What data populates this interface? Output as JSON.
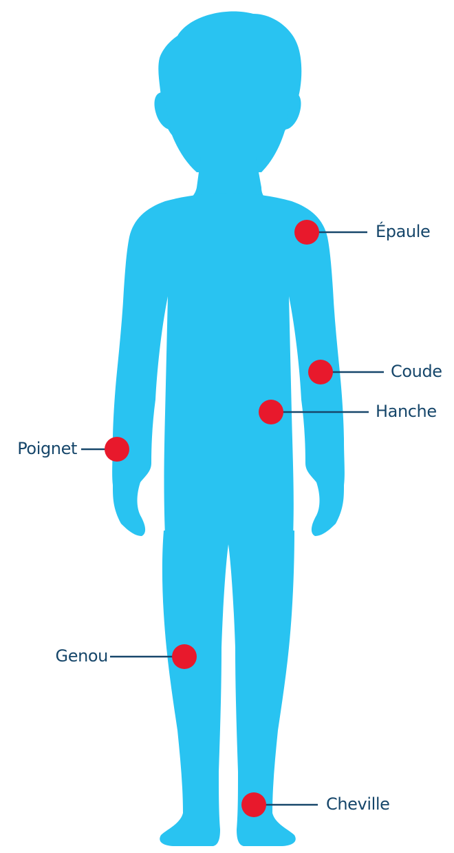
{
  "colors": {
    "body": "#29c3f1",
    "marker": "#e8192c",
    "line": "#16466a",
    "text": "#16466a",
    "background": "#ffffff"
  },
  "joints": [
    {
      "id": "epaule",
      "label": "Épaule"
    },
    {
      "id": "coude",
      "label": "Coude"
    },
    {
      "id": "hanche",
      "label": "Hanche"
    },
    {
      "id": "poignet",
      "label": "Poignet"
    },
    {
      "id": "genou",
      "label": "Genou"
    },
    {
      "id": "cheville",
      "label": "Cheville"
    }
  ]
}
